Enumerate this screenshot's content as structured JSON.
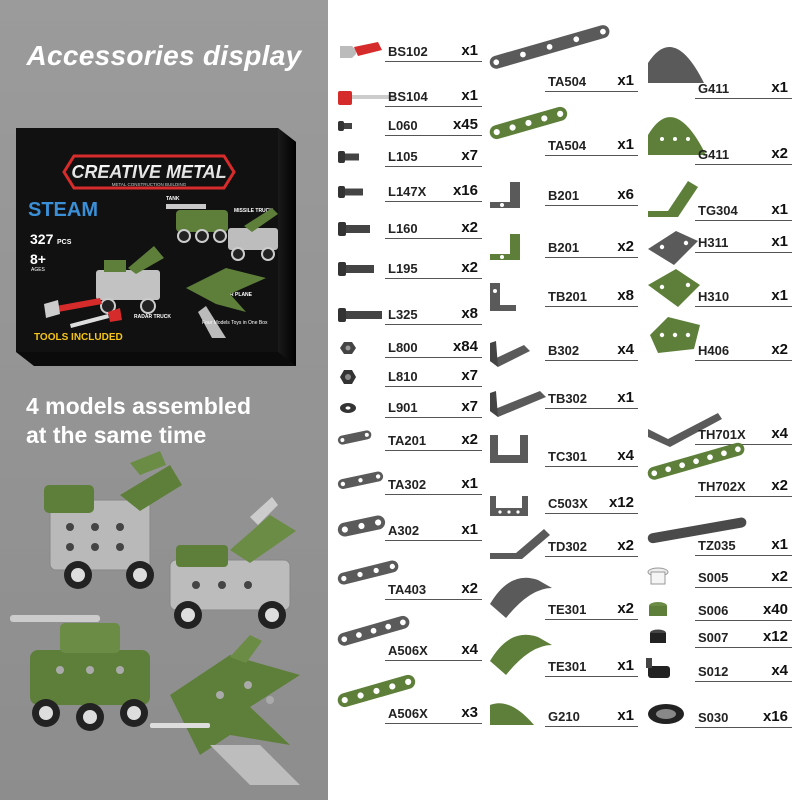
{
  "headings": {
    "accessories": "Accessories display",
    "models": "4 models assembled\nat the same time"
  },
  "box": {
    "brand": "CREATIVE METAL",
    "brand_sub": "METAL CONSTRUCTION BUILDING",
    "steam": "STEAM",
    "pcs": "327",
    "pcs_unit": "PCS",
    "age": "8+",
    "age_unit": "AGES",
    "tank": "TANK",
    "missile": "MISSILE TRUCK",
    "radar": "RADAR TRUCK",
    "warplane": "WAR PLANE",
    "tools": "TOOLS INCLUDED",
    "four": "Four Models Toys in One Box"
  },
  "colors": {
    "green": "#5e7f3a",
    "grey": "#5a5a5a",
    "red": "#d62b2b"
  },
  "columns": [
    [
      {
        "code": "BS102",
        "qty": "x1",
        "icon": "spanner-red"
      },
      {
        "code": "BS104",
        "qty": "x1",
        "icon": "screwdriver-red"
      },
      {
        "code": "L060",
        "qty": "x45",
        "icon": "screw-tiny"
      },
      {
        "code": "L105",
        "qty": "x7",
        "icon": "screw-short"
      },
      {
        "code": "L147X",
        "qty": "x16",
        "icon": "screw-medium"
      },
      {
        "code": "L160",
        "qty": "x2",
        "icon": "screw-160"
      },
      {
        "code": "L195",
        "qty": "x2",
        "icon": "screw-195"
      },
      {
        "code": "L325",
        "qty": "x8",
        "icon": "screw-long"
      },
      {
        "code": "L800",
        "qty": "x84",
        "icon": "hex-nut"
      },
      {
        "code": "L810",
        "qty": "x7",
        "icon": "lock-nut"
      },
      {
        "code": "L901",
        "qty": "x7",
        "icon": "washer"
      },
      {
        "code": "TA201",
        "qty": "x2",
        "icon": "strip-2"
      },
      {
        "code": "TA302",
        "qty": "x1",
        "icon": "strip-3"
      },
      {
        "code": "A302",
        "qty": "x1",
        "icon": "strip-3-wide"
      },
      {
        "code": "TA403",
        "qty": "x2",
        "icon": "strip-4"
      },
      {
        "code": "A506X",
        "qty": "x4",
        "icon": "strip-5"
      },
      {
        "code": "A506X",
        "qty": "x3",
        "icon": "strip-5-green"
      }
    ],
    [
      {
        "code": "TA504",
        "qty": "x1",
        "icon": "strip-5-grey"
      },
      {
        "code": "TA504",
        "qty": "x1",
        "icon": "strip-5-green"
      },
      {
        "code": "B201",
        "qty": "x6",
        "icon": "angle-small"
      },
      {
        "code": "B201",
        "qty": "x2",
        "icon": "angle-small-green"
      },
      {
        "code": "TB201",
        "qty": "x8",
        "icon": "angle-tall"
      },
      {
        "code": "B302",
        "qty": "x4",
        "icon": "angle-3"
      },
      {
        "code": "TB302",
        "qty": "x1",
        "icon": "angle-3-long"
      },
      {
        "code": "TC301",
        "qty": "x4",
        "icon": "u-bracket"
      },
      {
        "code": "C503X",
        "qty": "x12",
        "icon": "u-channel"
      },
      {
        "code": "TD302",
        "qty": "x2",
        "icon": "bent-strip"
      },
      {
        "code": "TE301",
        "qty": "x2",
        "icon": "curved-plate"
      },
      {
        "code": "TE301",
        "qty": "x1",
        "icon": "curved-plate-green"
      },
      {
        "code": "G210",
        "qty": "x1",
        "icon": "quarter-plate-green"
      }
    ],
    [
      {
        "code": "G411",
        "qty": "x1",
        "icon": "fan-plate-grey"
      },
      {
        "code": "G411",
        "qty": "x2",
        "icon": "fan-plate-green"
      },
      {
        "code": "TG304",
        "qty": "x1",
        "icon": "z-bracket-green"
      },
      {
        "code": "H311",
        "qty": "x1",
        "icon": "triangle-grey"
      },
      {
        "code": "H310",
        "qty": "x1",
        "icon": "triangle-green"
      },
      {
        "code": "H406",
        "qty": "x2",
        "icon": "trapezoid-green"
      },
      {
        "code": "TH701X",
        "qty": "x4",
        "icon": "bent-strip-7"
      },
      {
        "code": "TH702X",
        "qty": "x2",
        "icon": "strip-7-green"
      },
      {
        "code": "TZ035",
        "qty": "x1",
        "icon": "axle-rod"
      },
      {
        "code": "S005",
        "qty": "x2",
        "icon": "clear-bush"
      },
      {
        "code": "S006",
        "qty": "x40",
        "icon": "spacer-green"
      },
      {
        "code": "S007",
        "qty": "x12",
        "icon": "spacer-black"
      },
      {
        "code": "S012",
        "qty": "x4",
        "icon": "collar-black"
      },
      {
        "code": "S030",
        "qty": "x16",
        "icon": "tire"
      }
    ]
  ]
}
